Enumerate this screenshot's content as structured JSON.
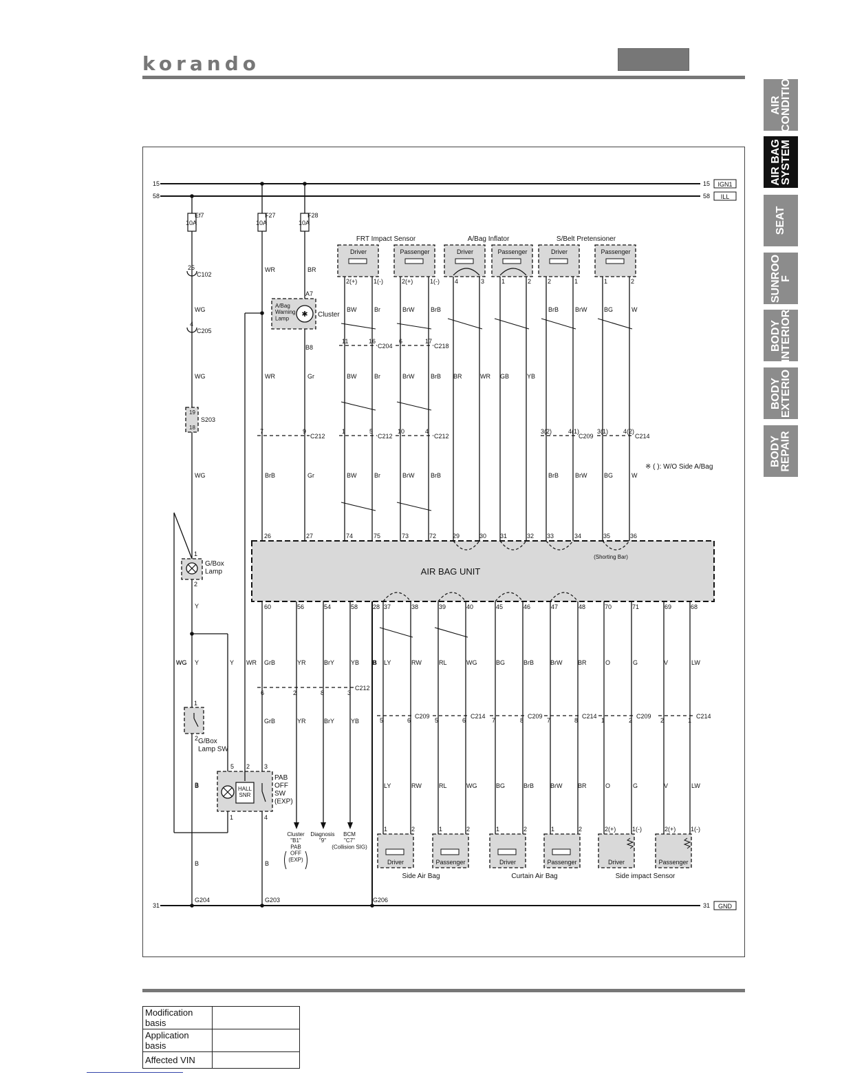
{
  "header": {
    "logo": "korando"
  },
  "side_tabs": [
    {
      "label": "AIR\nCONDITIO",
      "active": false
    },
    {
      "label": "AIR BAG\nSYSTEM",
      "active": true
    },
    {
      "label": "SEAT",
      "active": false
    },
    {
      "label": "SUNROO\nF",
      "active": false
    },
    {
      "label": "BODY\nINTERIOR",
      "active": false
    },
    {
      "label": "BODY\nEXTERIO",
      "active": false
    },
    {
      "label": "BODY\nREPAIR",
      "active": false
    }
  ],
  "diagram": {
    "lines": {
      "ign1_num": "15",
      "ign1_label": "IGN1",
      "ill_num": "58",
      "ill_label": "ILL",
      "gnd_num": "31",
      "gnd_label": "GND"
    },
    "fuses": [
      {
        "name": "Ef7",
        "rating": "10A"
      },
      {
        "name": "F27",
        "rating": "10A"
      },
      {
        "name": "F28",
        "rating": "10A"
      }
    ],
    "top_groups": [
      "FRT Impact Sensor",
      "A/Bag Inflator",
      "S/Belt Pretensioner"
    ],
    "top_components": [
      "Driver",
      "Passenger",
      "Driver",
      "Passenger",
      "Driver",
      "Passenger"
    ],
    "top_pins": [
      [
        "2(+)",
        "1(-)"
      ],
      [
        "2(+)",
        "1(-)"
      ],
      [
        "4",
        "3"
      ],
      [
        "1",
        "2"
      ],
      [
        "2",
        "1"
      ],
      [
        "1",
        "2"
      ]
    ],
    "wires_top_row": [
      "BW",
      "Br",
      "BrW",
      "BrB",
      "BrB",
      "BrW",
      "BG",
      "W"
    ],
    "wires_mid_row": [
      "BW",
      "Br",
      "BrW",
      "BrB",
      "BR",
      "WR",
      "GB",
      "YB"
    ],
    "wires_low_row": [
      "BW",
      "Br",
      "BrW",
      "BrB",
      "BrB",
      "BrW",
      "BG",
      "W"
    ],
    "left_wires": {
      "c102": "C102",
      "c102_pin": "25",
      "wg1": "WG",
      "c205": "C205",
      "c205_pin": "4",
      "wg2": "WG",
      "s203": "S203",
      "s203_top": "19",
      "s203_bot": "18",
      "wg3": "WG"
    },
    "f27_wires": [
      "WR",
      "WR",
      "BrB"
    ],
    "f28_wires": [
      "BR",
      "Gr",
      "Gr"
    ],
    "cluster": {
      "lamp": "A/Bag\nWarning\nLamp",
      "name": "Cluster",
      "pin_top": "A7",
      "pin_bot": "B8"
    },
    "connectors_top": {
      "c204": "C204",
      "c218": "C218",
      "c204_pins": [
        "11",
        "16"
      ],
      "c218_pins": [
        "6",
        "17"
      ]
    },
    "c212_row": {
      "label": "C212",
      "pins": [
        "7",
        "9",
        "1",
        "5",
        "10",
        "4"
      ],
      "c209": "C209",
      "c214": "C214",
      "c209_pins": [
        "3(2)",
        "4(1)"
      ],
      "c214_pins": [
        "3(1)",
        "4(2)"
      ]
    },
    "note": "※ ( ): W/O Side A/Bag",
    "unit": {
      "name": "AIR BAG UNIT",
      "shorting": "(Shorting Bar)",
      "top_pins": [
        "26",
        "27",
        "74",
        "75",
        "73",
        "72",
        "29",
        "30",
        "31",
        "32",
        "33",
        "34",
        "35",
        "36"
      ],
      "bottom_pins": [
        "60",
        "56",
        "54",
        "58",
        "28",
        "37",
        "38",
        "39",
        "40",
        "45",
        "46",
        "47",
        "48",
        "70",
        "71",
        "69",
        "68"
      ]
    },
    "bottom_wires_row1": [
      "WG",
      "Y",
      "Y",
      "WR",
      "GrB",
      "YR",
      "BrY",
      "YB",
      "B",
      "LY",
      "RW",
      "RL",
      "WG",
      "BG",
      "BrB",
      "BrW",
      "BR",
      "O",
      "G",
      "V",
      "LW"
    ],
    "c212_lower": {
      "label": "C212",
      "pins": [
        "6",
        "2",
        "8",
        "3"
      ]
    },
    "lower_connectors": {
      "labels": [
        "C209",
        "C214",
        "C209",
        "C214",
        "C209",
        "C214"
      ],
      "pins": [
        "5",
        "6",
        "5",
        "6",
        "7",
        "8",
        "7",
        "8",
        "1",
        "2",
        "2",
        "1"
      ]
    },
    "bottom_wires_row2": [
      "GrB",
      "YR",
      "BrY",
      "YB"
    ],
    "bottom_wires_row3": [
      "B",
      "LY",
      "RW",
      "RL",
      "WG",
      "BG",
      "BrB",
      "BrW",
      "BR",
      "O",
      "G",
      "V",
      "LW"
    ],
    "gbox_lamp": {
      "label": "G/Box\nLamp",
      "pin1": "1",
      "pin2": "2"
    },
    "gbox_sw": {
      "label": "G/Box\nLamp SW",
      "pin1": "1",
      "pin2": "2"
    },
    "pab": {
      "label": "PAB\nOFF\nSW\n(EXP)",
      "hall": "HALL\nSNR",
      "pins": [
        "5",
        "2",
        "3",
        "1",
        "4"
      ]
    },
    "outputs": [
      {
        "label": "Cluster\n\"B1\"\nPAB\nOFF\n(EXP)"
      },
      {
        "label": "Diagnosis\n\"9\""
      },
      {
        "label": "BCM\n\"C7\"\n(Collision SIG)"
      }
    ],
    "bottom_components": [
      "Driver",
      "Passenger",
      "Driver",
      "Passenger",
      "Driver",
      "Passenger"
    ],
    "bottom_comp_pins": [
      [
        "1",
        "2"
      ],
      [
        "1",
        "2"
      ],
      [
        "1",
        "2"
      ],
      [
        "1",
        "2"
      ],
      [
        "2(+)",
        "1(-)"
      ],
      [
        "2(+)",
        "1(-)"
      ]
    ],
    "bottom_groups": [
      "Side Air Bag",
      "Curtain Air Bag",
      "Side impact Sensor"
    ],
    "grounds": [
      "G204",
      "G203",
      "G206"
    ],
    "ground_wires": [
      "B",
      "B"
    ]
  },
  "footer_table": [
    {
      "label": "Modification basis",
      "value": ""
    },
    {
      "label": "Application basis",
      "value": ""
    },
    {
      "label": "Affected VIN",
      "value": ""
    }
  ]
}
